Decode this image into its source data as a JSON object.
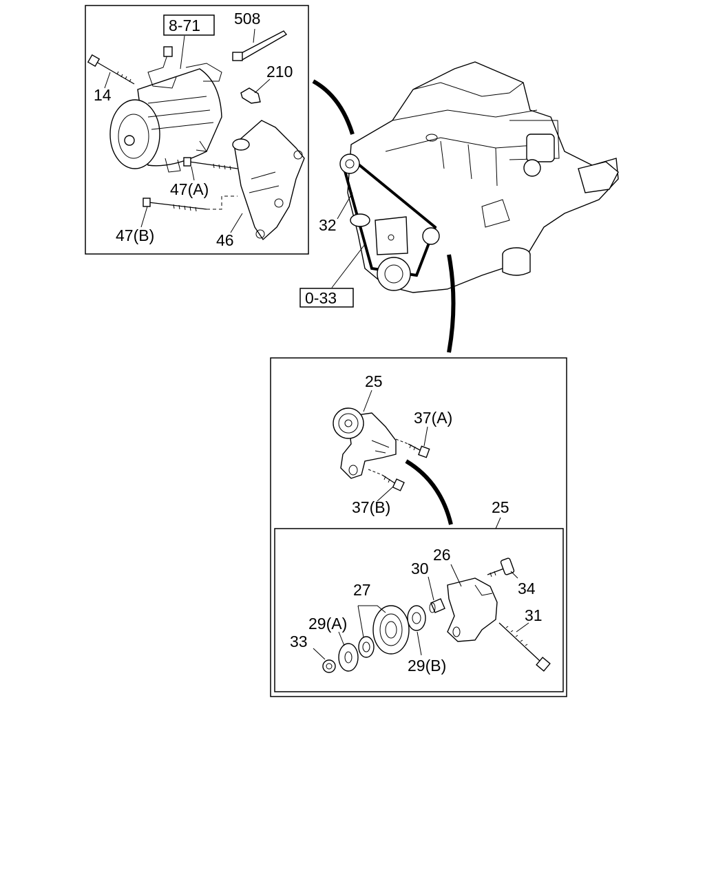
{
  "callouts": {
    "ref_8_71": "8-71",
    "p508": "508",
    "p210": "210",
    "p14": "14",
    "p47a": "47(A)",
    "p47b": "47(B)",
    "p46": "46",
    "p32": "32",
    "ref_0_33": "0-33",
    "p25_top": "25",
    "p37a": "37(A)",
    "p37b": "37(B)",
    "p25_detail": "25",
    "p26": "26",
    "p30": "30",
    "p34": "34",
    "p27": "27",
    "p31": "31",
    "p29a": "29(A)",
    "p33": "33",
    "p29b": "29(B)"
  }
}
